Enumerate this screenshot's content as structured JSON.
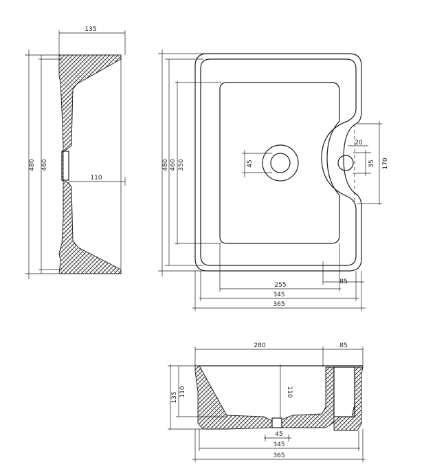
{
  "side_view": {
    "dims": {
      "top_width": "135",
      "outer_height": "480",
      "inner_height": "460",
      "drain_depth": "110"
    }
  },
  "plan_view": {
    "dims": {
      "outer_height": "480",
      "inner_height": "460",
      "basin_height": "350",
      "drain_diameter": "45",
      "tap_hole": "20",
      "tap_ledge": "35",
      "tap_zone": "170",
      "basin_width": "255",
      "tap_offset": "85",
      "inner_width": "345",
      "outer_width": "365"
    }
  },
  "front_view": {
    "dims": {
      "basin_width": "280",
      "deck_width": "85",
      "inner_depth": "110",
      "outer_depth": "135",
      "center_depth": "110",
      "drain_width": "45",
      "inner_width": "345",
      "outer_width": "365"
    }
  },
  "colors": {
    "line": "#1a1a1a",
    "background": "#ffffff"
  }
}
